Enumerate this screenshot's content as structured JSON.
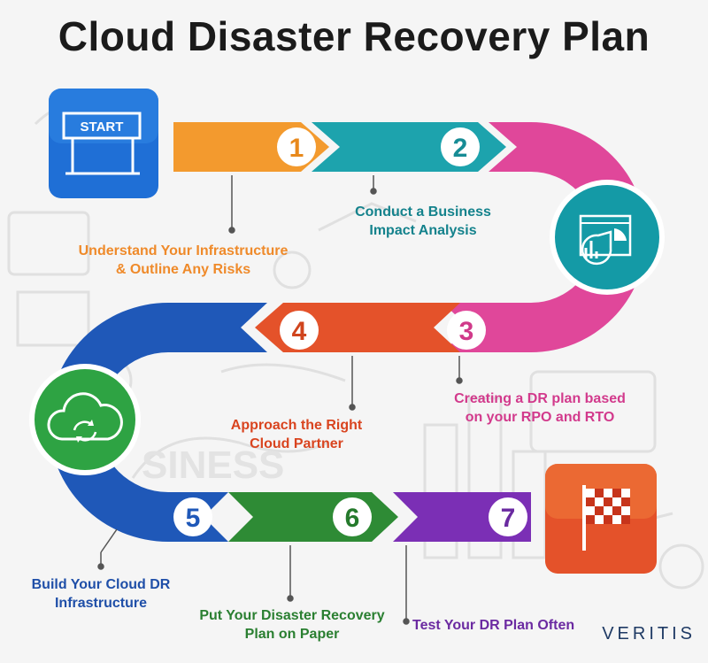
{
  "title": "Cloud Disaster Recovery Plan",
  "start_sign": "START",
  "brand": "VERITIS",
  "steps": [
    {
      "number": "1",
      "line1": "Understand Your Infrastructure",
      "line2": "& Outline Any Risks",
      "color": "#f39a2e"
    },
    {
      "number": "2",
      "line1": "Conduct a Business",
      "line2": "Impact Analysis",
      "color": "#1da3ad"
    },
    {
      "number": "3",
      "line1": "Creating a DR plan based",
      "line2": "on your RPO and RTO",
      "color": "#e0479a"
    },
    {
      "number": "4",
      "line1": "Approach the Right",
      "line2": "Cloud Partner",
      "color": "#e4522a"
    },
    {
      "number": "5",
      "line1": "Build Your Cloud DR",
      "line2": "Infrastructure",
      "color": "#1f58b8"
    },
    {
      "number": "6",
      "line1": "Put Your Disaster Recovery",
      "line2": "Plan on Paper",
      "color": "#2e8b35"
    },
    {
      "number": "7",
      "line1": "Test Your DR Plan Often",
      "line2": "",
      "color": "#7b2fb5"
    }
  ],
  "icons": [
    "start-sign-icon",
    "analytics-chart-icon",
    "cloud-sync-icon",
    "checkered-flag-icon"
  ]
}
